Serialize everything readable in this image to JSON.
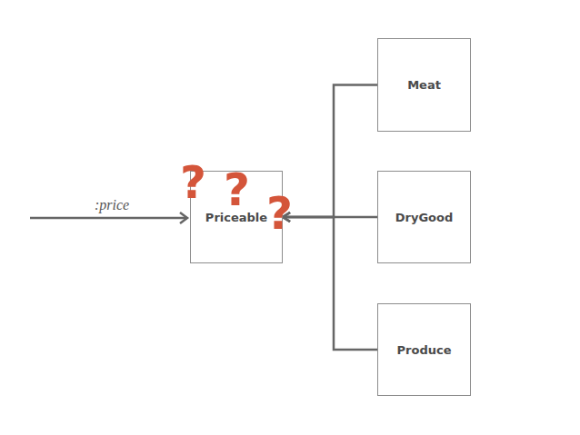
{
  "diagram": {
    "nodes": [
      {
        "text": [
          "Priceable"
        ]
      },
      {
        "text": [
          "Meat"
        ]
      },
      {
        "text": [
          "DryGood"
        ]
      },
      {
        "text": [
          "Produce"
        ]
      }
    ],
    "edges": [
      {
        "from": 1,
        "to": 0,
        "arrow": "to"
      },
      {
        "from": 2,
        "to": 0,
        "arrow": "to"
      },
      {
        "from": 3,
        "to": 0,
        "arrow": "to"
      }
    ],
    "labels": [
      ":price",
      "?",
      "?",
      "?"
    ]
  }
}
